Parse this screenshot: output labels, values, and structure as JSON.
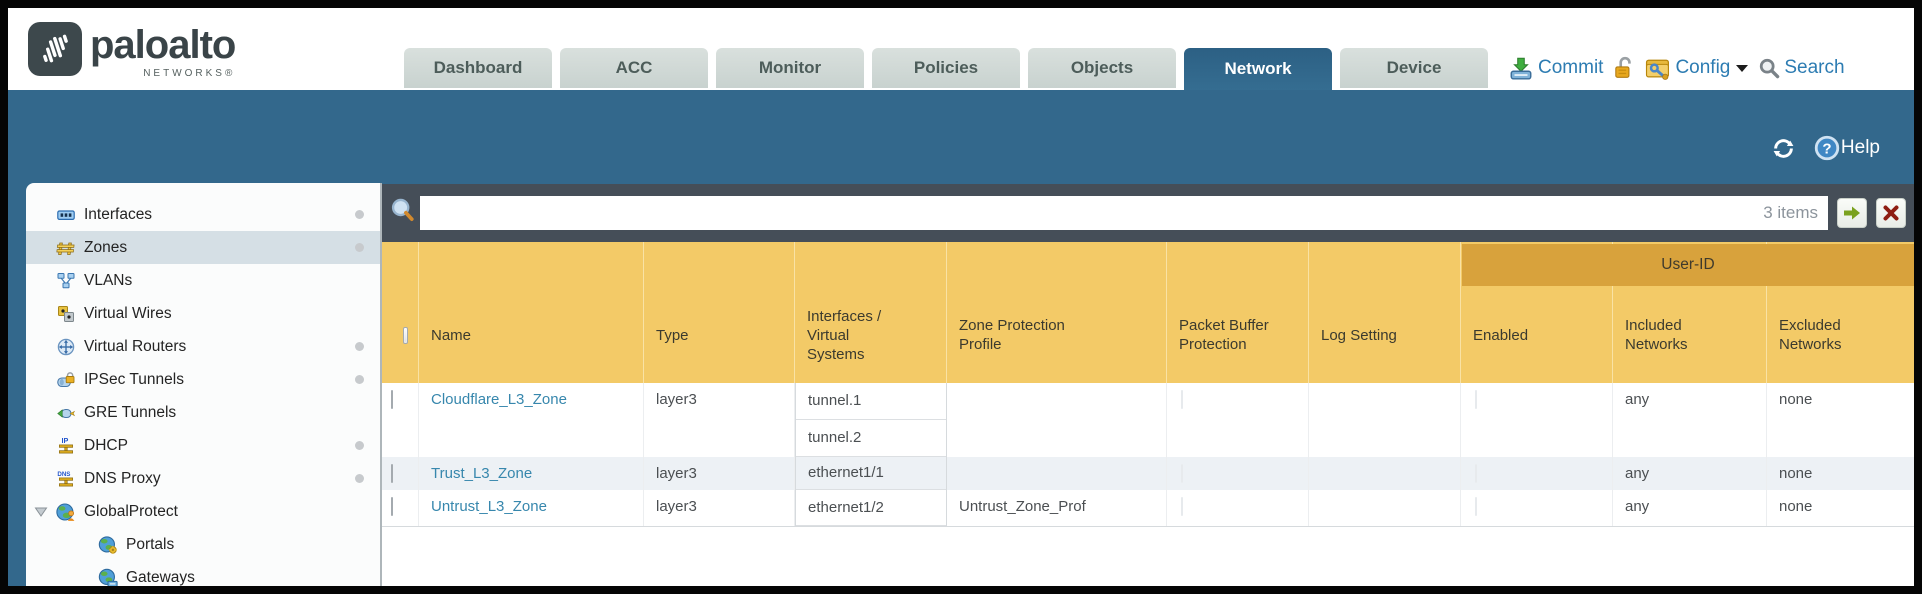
{
  "brand": {
    "name": "paloalto",
    "sub": "NETWORKS®"
  },
  "nav": {
    "tabs": [
      {
        "label": "Dashboard"
      },
      {
        "label": "ACC"
      },
      {
        "label": "Monitor"
      },
      {
        "label": "Policies"
      },
      {
        "label": "Objects"
      },
      {
        "label": "Network"
      },
      {
        "label": "Device"
      }
    ],
    "active_tab": "Network",
    "commit_label": "Commit",
    "config_label": "Config",
    "search_label": "Search"
  },
  "band": {
    "help_label": "Help"
  },
  "sidebar": {
    "items": [
      {
        "label": "Interfaces",
        "icon": "interfaces-icon",
        "dot": true
      },
      {
        "label": "Zones",
        "icon": "zones-icon",
        "dot": true,
        "selected": true
      },
      {
        "label": "VLANs",
        "icon": "vlans-icon",
        "dot": false
      },
      {
        "label": "Virtual Wires",
        "icon": "virtual-wires-icon",
        "dot": false
      },
      {
        "label": "Virtual Routers",
        "icon": "virtual-routers-icon",
        "dot": true
      },
      {
        "label": "IPSec Tunnels",
        "icon": "ipsec-tunnels-icon",
        "dot": true
      },
      {
        "label": "GRE Tunnels",
        "icon": "gre-tunnels-icon",
        "dot": false
      },
      {
        "label": "DHCP",
        "icon": "dhcp-icon",
        "dot": true
      },
      {
        "label": "DNS Proxy",
        "icon": "dns-proxy-icon",
        "dot": true
      },
      {
        "label": "GlobalProtect",
        "icon": "globalprotect-icon",
        "dot": false,
        "expandable": true
      },
      {
        "label": "Portals",
        "icon": "portals-icon",
        "dot": false,
        "child": true
      },
      {
        "label": "Gateways",
        "icon": "gateways-icon",
        "dot": false,
        "child": true
      }
    ]
  },
  "filterbar": {
    "value": "",
    "count": "3 items"
  },
  "table": {
    "group_header": "User-ID",
    "columns": [
      "Name",
      "Type",
      "Interfaces / Virtual Systems",
      "Zone Protection Profile",
      "Packet Buffer Protection",
      "Log Setting",
      "Enabled",
      "Included Networks",
      "Excluded Networks"
    ],
    "rows": [
      {
        "name": "Cloudflare_L3_Zone",
        "type": "layer3",
        "interfaces": [
          "tunnel.1",
          "tunnel.2"
        ],
        "zone_protection_profile": "",
        "log_setting": "",
        "included_networks": "any",
        "excluded_networks": "none"
      },
      {
        "name": "Trust_L3_Zone",
        "type": "layer3",
        "interfaces": [
          "ethernet1/1"
        ],
        "zone_protection_profile": "",
        "log_setting": "",
        "included_networks": "any",
        "excluded_networks": "none"
      },
      {
        "name": "Untrust_L3_Zone",
        "type": "layer3",
        "interfaces": [
          "ethernet1/2"
        ],
        "zone_protection_profile": "Untrust_Zone_Prof",
        "log_setting": "",
        "included_networks": "any",
        "excluded_networks": "none"
      }
    ]
  },
  "colors": {
    "band": "#33688c",
    "header_gold": "#f3ca67",
    "group_gold": "#d8a23c",
    "link": "#3787ad",
    "action_blue": "#2d7cb2"
  }
}
